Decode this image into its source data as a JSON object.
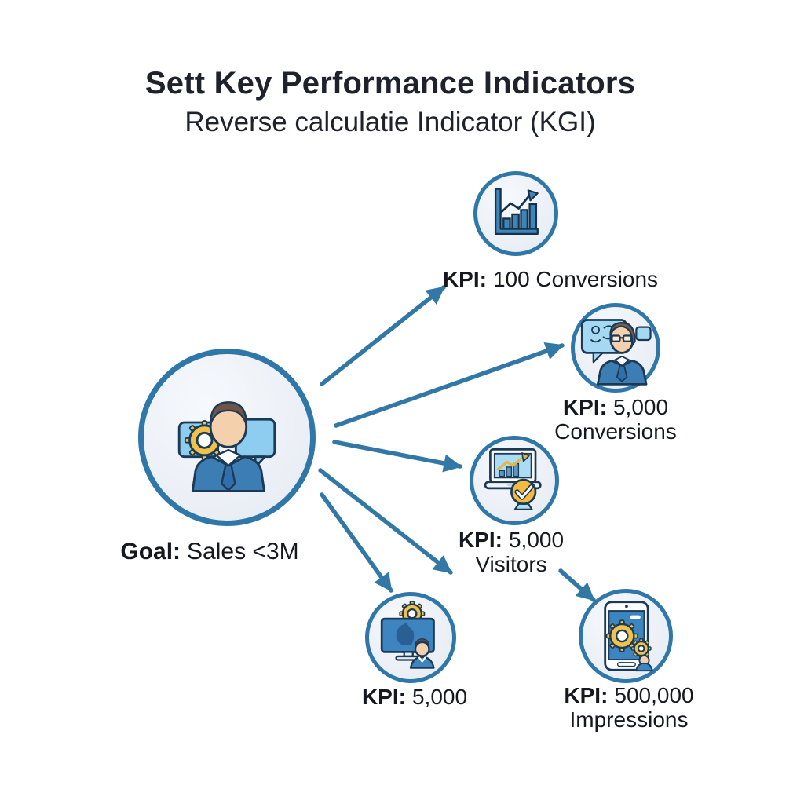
{
  "title": "Sett Key Performance Indicators",
  "subtitle": "Reverse calculatie Indicator (KGI)",
  "goal": {
    "prefix": "Goal:",
    "value": "Sales <3M",
    "icon": "businessman-gear-chat-icon"
  },
  "kpis": [
    {
      "prefix": "KPI:",
      "value": "100 Conversions",
      "line2": "",
      "icon": "bar-chart-growth-icon"
    },
    {
      "prefix": "KPI:",
      "value": "5,000",
      "line2": "Conversions",
      "icon": "consultant-speech-bubble-icon"
    },
    {
      "prefix": "KPI:",
      "value": "5,000",
      "line2": "Visitors",
      "icon": "laptop-analytics-check-icon"
    },
    {
      "prefix": "KPI:",
      "value": "5,000",
      "line2": "",
      "icon": "monitor-gear-operator-icon"
    },
    {
      "prefix": "KPI:",
      "value": "500,000",
      "line2": "Impressions",
      "icon": "tablet-gears-icon"
    }
  ],
  "colors": {
    "accent_blue": "#2e77a8",
    "arrow_blue": "#3278a7",
    "node_fill": "#edf1f7",
    "gear_yellow": "#f0c14b",
    "text": "#15191f"
  }
}
